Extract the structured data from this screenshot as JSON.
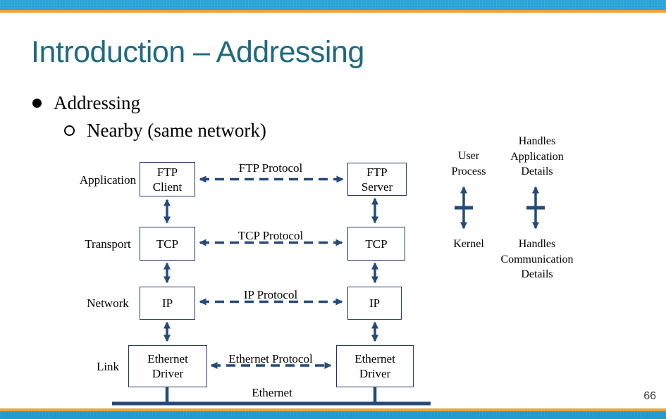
{
  "title": "Introduction – Addressing",
  "bullets": {
    "level1": "Addressing",
    "level2": "Nearby (same network)"
  },
  "diagram": {
    "layer_labels": [
      "Application",
      "Transport",
      "Network",
      "Link"
    ],
    "left_boxes": [
      "FTP\nClient",
      "TCP",
      "IP",
      "Ethernet\nDriver"
    ],
    "right_boxes": [
      "FTP\nServer",
      "TCP",
      "IP",
      "Ethernet\nDriver"
    ],
    "protocol_labels": [
      "FTP Protocol",
      "TCP Protocol",
      "IP Protocol",
      "Ethernet Protocol"
    ],
    "bus_label": "Ethernet",
    "annotations": {
      "user_process": "User\nProcess",
      "kernel": "Kernel",
      "handles_application": "Handles\nApplication\nDetails",
      "handles_communication": "Handles\nCommunication\nDetails"
    },
    "colors": {
      "arrow_navy": "#264A78",
      "box_border_navy": "#1F3864",
      "title_teal": "#1E6A80",
      "accent_blue": "#2BA6DA",
      "accent_orange": "#E9A43C"
    }
  },
  "page_number": "66"
}
